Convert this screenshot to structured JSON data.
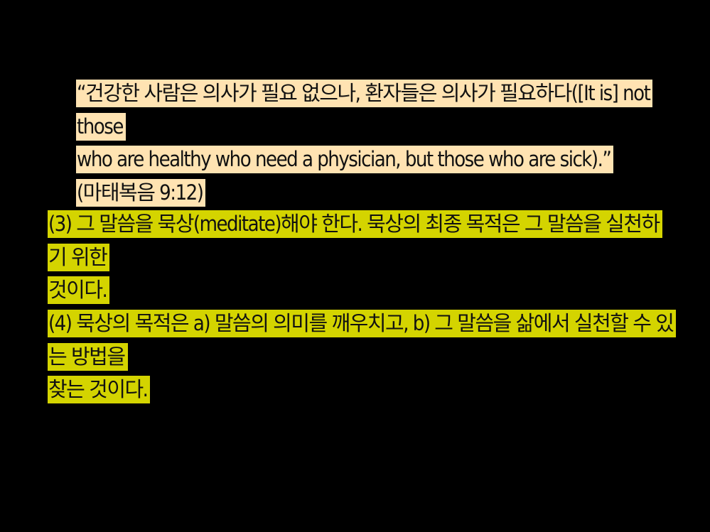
{
  "slide": {
    "quote": {
      "line1": "“건강한 사람은 의사가 필요 없으나, 환자들은 의사가 필요하다([It is] not those",
      "line2": "who are healthy who need a physician, but those who are sick).”",
      "line3": "(마태복음 9:12)"
    },
    "point3": {
      "line1": "(3) 그 말씀을 묵상(meditate)해야 한다. 묵상의 최종 목적은 그 말씀을 실천하기 위한",
      "line2": "것이다."
    },
    "point4": {
      "line1": "(4) 묵상의 목적은 a) 말씀의 의미를 깨우치고, b) 그 말씀을 삶에서 실천할 수 있는 방법을",
      "line2": "찾는 것이다."
    }
  },
  "colors": {
    "background": "#000000",
    "quote_highlight": "#FFE3B2",
    "point_highlight": "#D4D400",
    "text": "#111111"
  }
}
